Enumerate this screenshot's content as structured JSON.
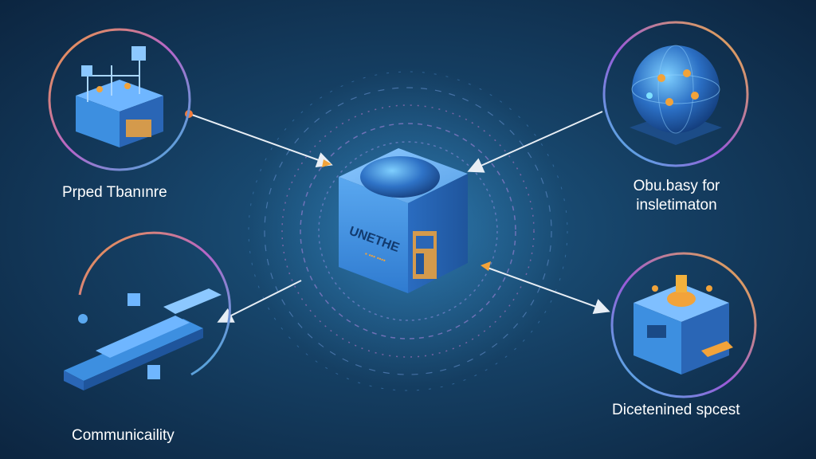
{
  "diagram": {
    "hub": {
      "cube_face_text": "UNETHE",
      "cube_sub_text": "▪ ▪▪▪ ▪▪▪▪"
    },
    "nodes": [
      {
        "id": "top-left",
        "label_lines": [
          "Prped Tbanınre"
        ]
      },
      {
        "id": "top-right",
        "label_lines": [
          "Obu.basy for",
          "insletimaton"
        ]
      },
      {
        "id": "bottom-left",
        "label_lines": [
          "Communicaility"
        ]
      },
      {
        "id": "bottom-right",
        "label_lines": [
          "Dicetenined spcest"
        ]
      }
    ],
    "colors": {
      "background": "#153f63",
      "ring_gradient_a": "#f29b3c",
      "ring_gradient_b": "#8f5cd6",
      "ring_gradient_c": "#3fb4e0",
      "cube_blue": "#3d8fe0",
      "accent_orange": "#f2a33a",
      "arrow": "#e8eef5"
    }
  }
}
